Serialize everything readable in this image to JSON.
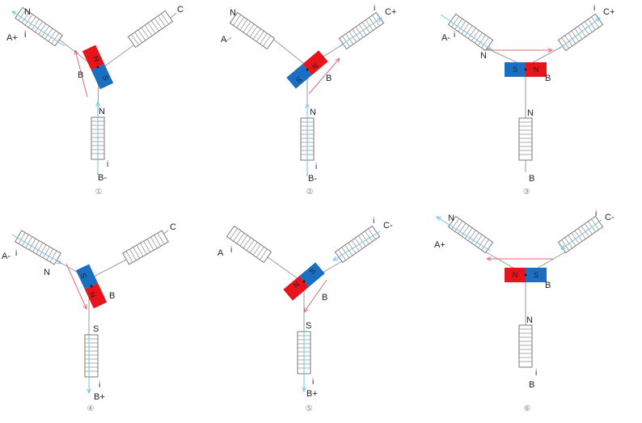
{
  "colors": {
    "north": "#e8141c",
    "south": "#1b6fc2",
    "wire": "#9a9a9a",
    "coil": "#7a7a7a",
    "current": "#6ec1ea",
    "field": "#e06a7a",
    "text": "#222222",
    "caption": "#888888"
  },
  "panels": [
    {
      "caption": "①",
      "magnet": {
        "near": "N",
        "far": "S"
      },
      "coilA": {
        "label": "A+",
        "pole": "N",
        "current": "i",
        "energized": true
      },
      "coilB": {
        "label": "B-",
        "pole": "N",
        "current": "i",
        "energized": true
      },
      "coilC": {
        "label": "C",
        "pole": "",
        "current": "",
        "energized": false
      },
      "rotorLabel": "B"
    },
    {
      "caption": "②",
      "magnet": {
        "near": "N",
        "far": "S"
      },
      "coilA": {
        "label": "A",
        "pole": "N",
        "current": "",
        "energized": false
      },
      "coilB": {
        "label": "B-",
        "pole": "N",
        "current": "i",
        "energized": true
      },
      "coilC": {
        "label": "C+",
        "pole": "",
        "current": "i",
        "energized": true
      },
      "rotorLabel": "B"
    },
    {
      "caption": "③",
      "magnet": {
        "near": "N",
        "far": "S"
      },
      "coilA": {
        "label": "A-",
        "pole": "N",
        "current": "i",
        "energized": true
      },
      "coilB": {
        "label": "B",
        "pole": "N",
        "current": "",
        "energized": false
      },
      "coilC": {
        "label": "C+",
        "pole": "",
        "current": "i",
        "energized": true
      },
      "rotorLabel": "B"
    },
    {
      "caption": "④",
      "magnet": {
        "near": "N",
        "far": "S"
      },
      "coilA": {
        "label": "A-",
        "pole": "N",
        "current": "i",
        "energized": true
      },
      "coilB": {
        "label": "B+",
        "pole": "S",
        "current": "i",
        "energized": true
      },
      "coilC": {
        "label": "C",
        "pole": "",
        "current": "",
        "energized": false
      },
      "rotorLabel": "B"
    },
    {
      "caption": "⑤",
      "magnet": {
        "near": "N",
        "far": "S"
      },
      "coilA": {
        "label": "A",
        "pole": "",
        "current": "i",
        "energized": false
      },
      "coilB": {
        "label": "B+",
        "pole": "S",
        "current": "i",
        "energized": true
      },
      "coilC": {
        "label": "C-",
        "pole": "",
        "current": "i",
        "energized": true
      },
      "rotorLabel": "B"
    },
    {
      "caption": "⑥",
      "magnet": {
        "near": "N",
        "far": "S"
      },
      "coilA": {
        "label": "A+",
        "pole": "N",
        "current": "",
        "energized": true
      },
      "coilB": {
        "label": "B",
        "pole": "N",
        "current": "i",
        "energized": false
      },
      "coilC": {
        "label": "C-",
        "pole": "",
        "current": "i",
        "energized": true
      },
      "rotorLabel": "B"
    }
  ]
}
